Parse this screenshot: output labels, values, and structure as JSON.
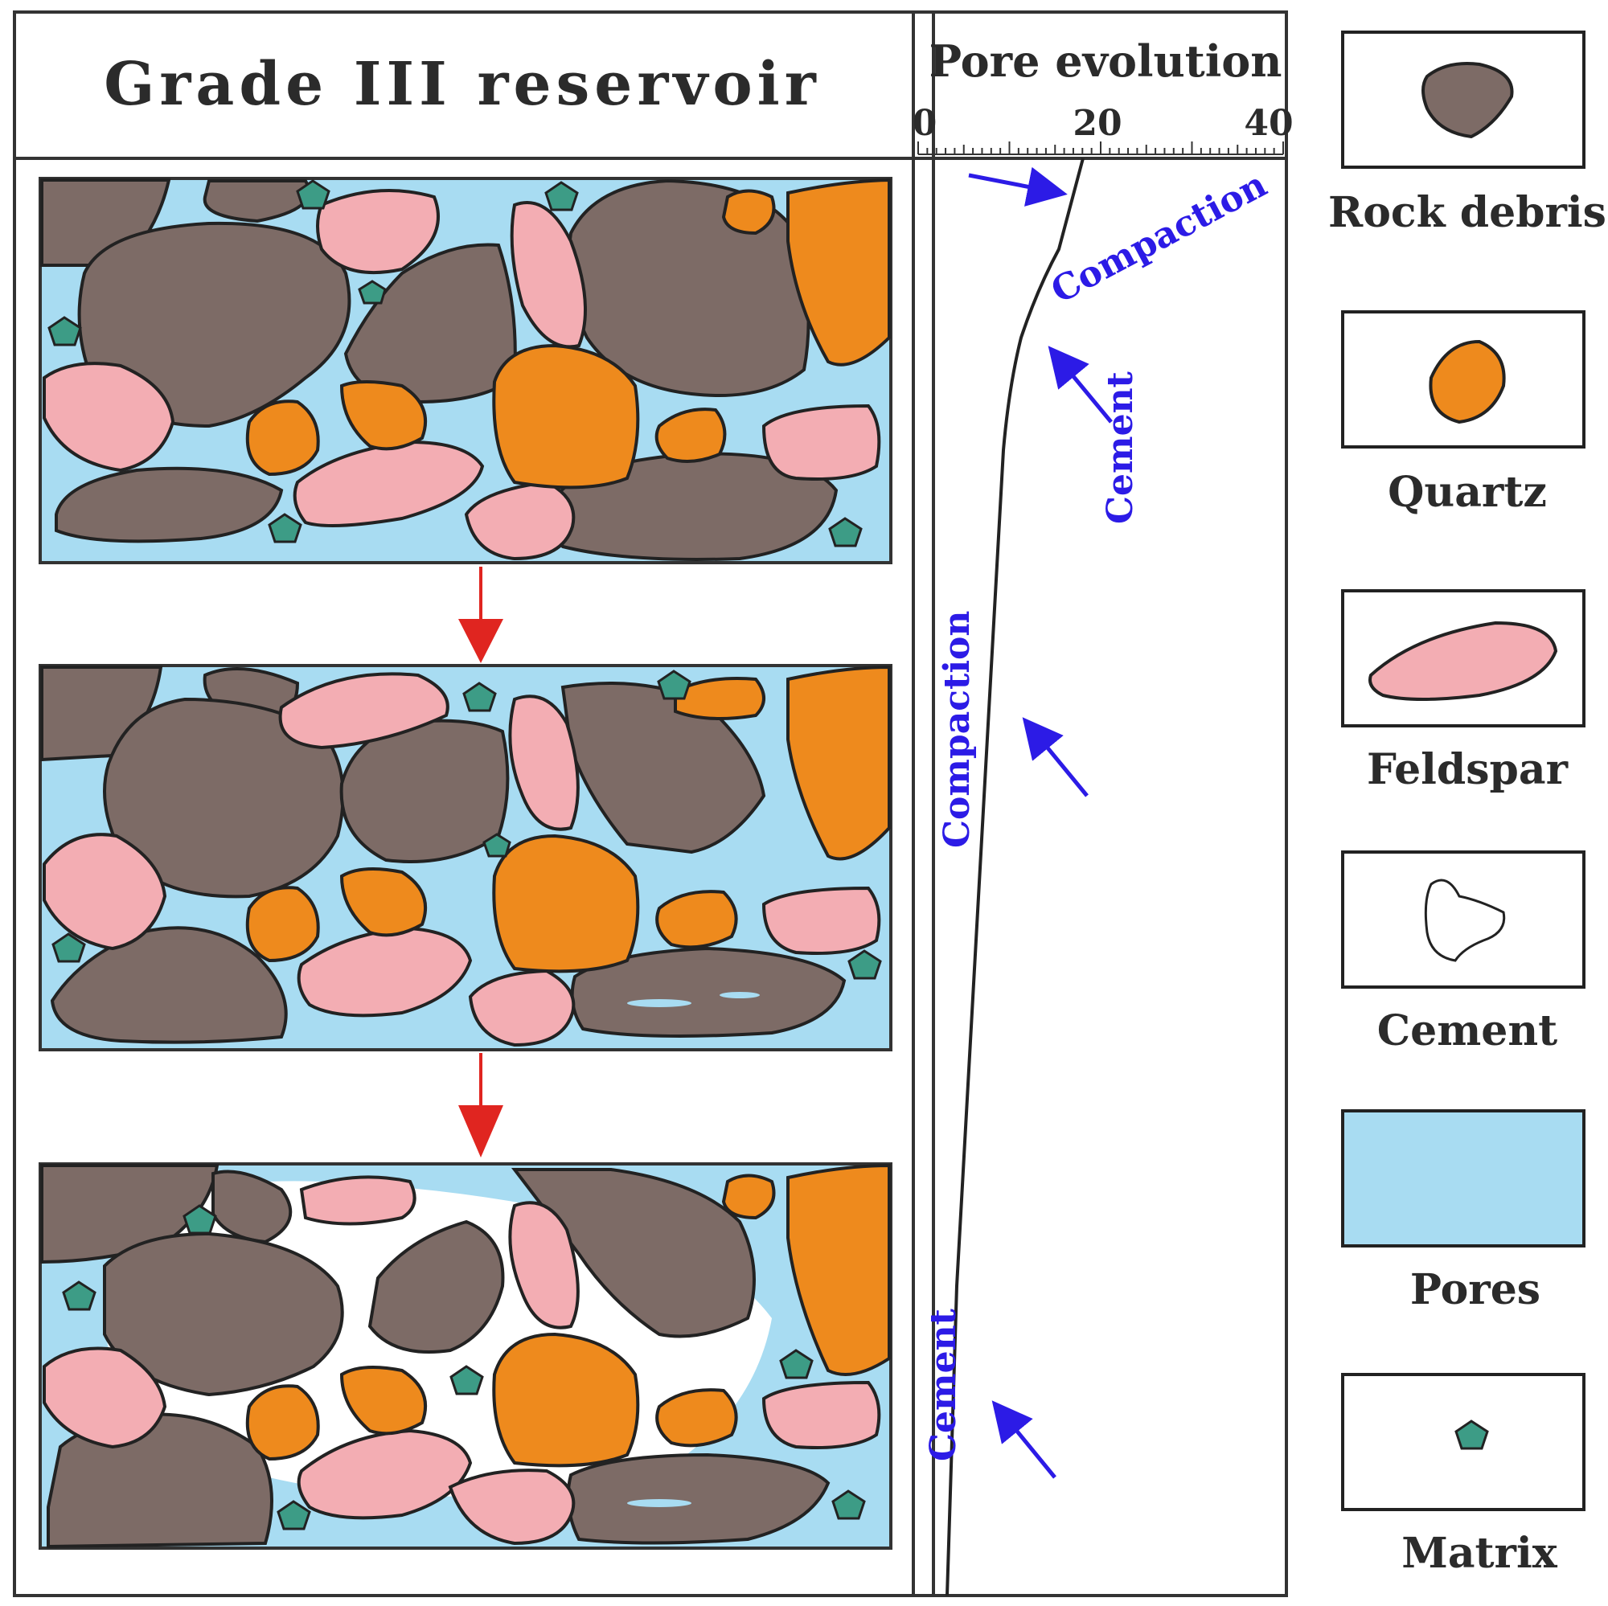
{
  "title": "Grade III reservoir",
  "pore_panel": {
    "title": "Pore evolution",
    "axis_ticks": [
      "0",
      "20",
      "40"
    ],
    "axis_range": [
      0,
      40
    ],
    "annotations": {
      "top_compaction": "Compaction",
      "top_cement": "Cement",
      "mid_compaction": "Compaction",
      "low_cement": "Cement"
    }
  },
  "legend": [
    {
      "label": "Rock debris",
      "icon": "rock-debris-icon"
    },
    {
      "label": "Quartz",
      "icon": "quartz-icon"
    },
    {
      "label": "Feldspar",
      "icon": "feldspar-icon"
    },
    {
      "label": "Cement",
      "icon": "cement-icon"
    },
    {
      "label": "Pores",
      "icon": "pores-icon"
    },
    {
      "label": "Matrix",
      "icon": "matrix-icon"
    }
  ],
  "colors": {
    "rock": "#7d6b66",
    "quartz": "#ee8a1d",
    "feldspar": "#f3adb3",
    "pores": "#a8dcf2",
    "matrix": "#3d9c86",
    "annotation": "#2c1be6",
    "arrow_red": "#e02520"
  }
}
